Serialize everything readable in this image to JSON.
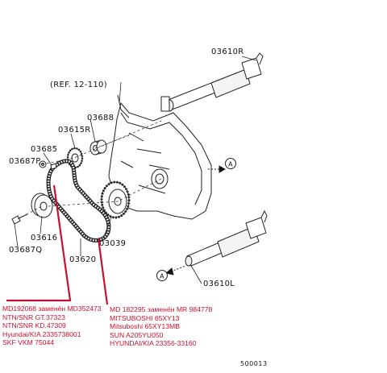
{
  "labels": {
    "shaft_right": "03610R",
    "ref": "(REF. 12-110)",
    "washer": "03688",
    "sprocket_r": "03615R",
    "bolt_small": "03685",
    "bolt_p": "03687P",
    "tensioner": "03616",
    "bolt_q": "03687Q",
    "belt": "03620",
    "pulley": "03039",
    "shaft_left": "03610L",
    "arrow_marker_top": "A",
    "arrow_marker_bottom": "A"
  },
  "notes": {
    "left": [
      "MD192068 заменён MD352473",
      "NTN/SNR GT.37323",
      "NTN/SNR KD.47309",
      "Hyundai/KIA 2335738001",
      "SKF VKM 75044"
    ],
    "right": [
      "MD 182295 заменён MR 984778",
      "MITSUBOSHI  65XY13",
      "Mitsuboshi 65XY13MB",
      "SUN A205YU050",
      "HYUNDAI/KIA 23356-33160"
    ]
  },
  "figure_code": "500013",
  "colors": {
    "annotation_red": "#c8102e",
    "line": "#111111"
  }
}
